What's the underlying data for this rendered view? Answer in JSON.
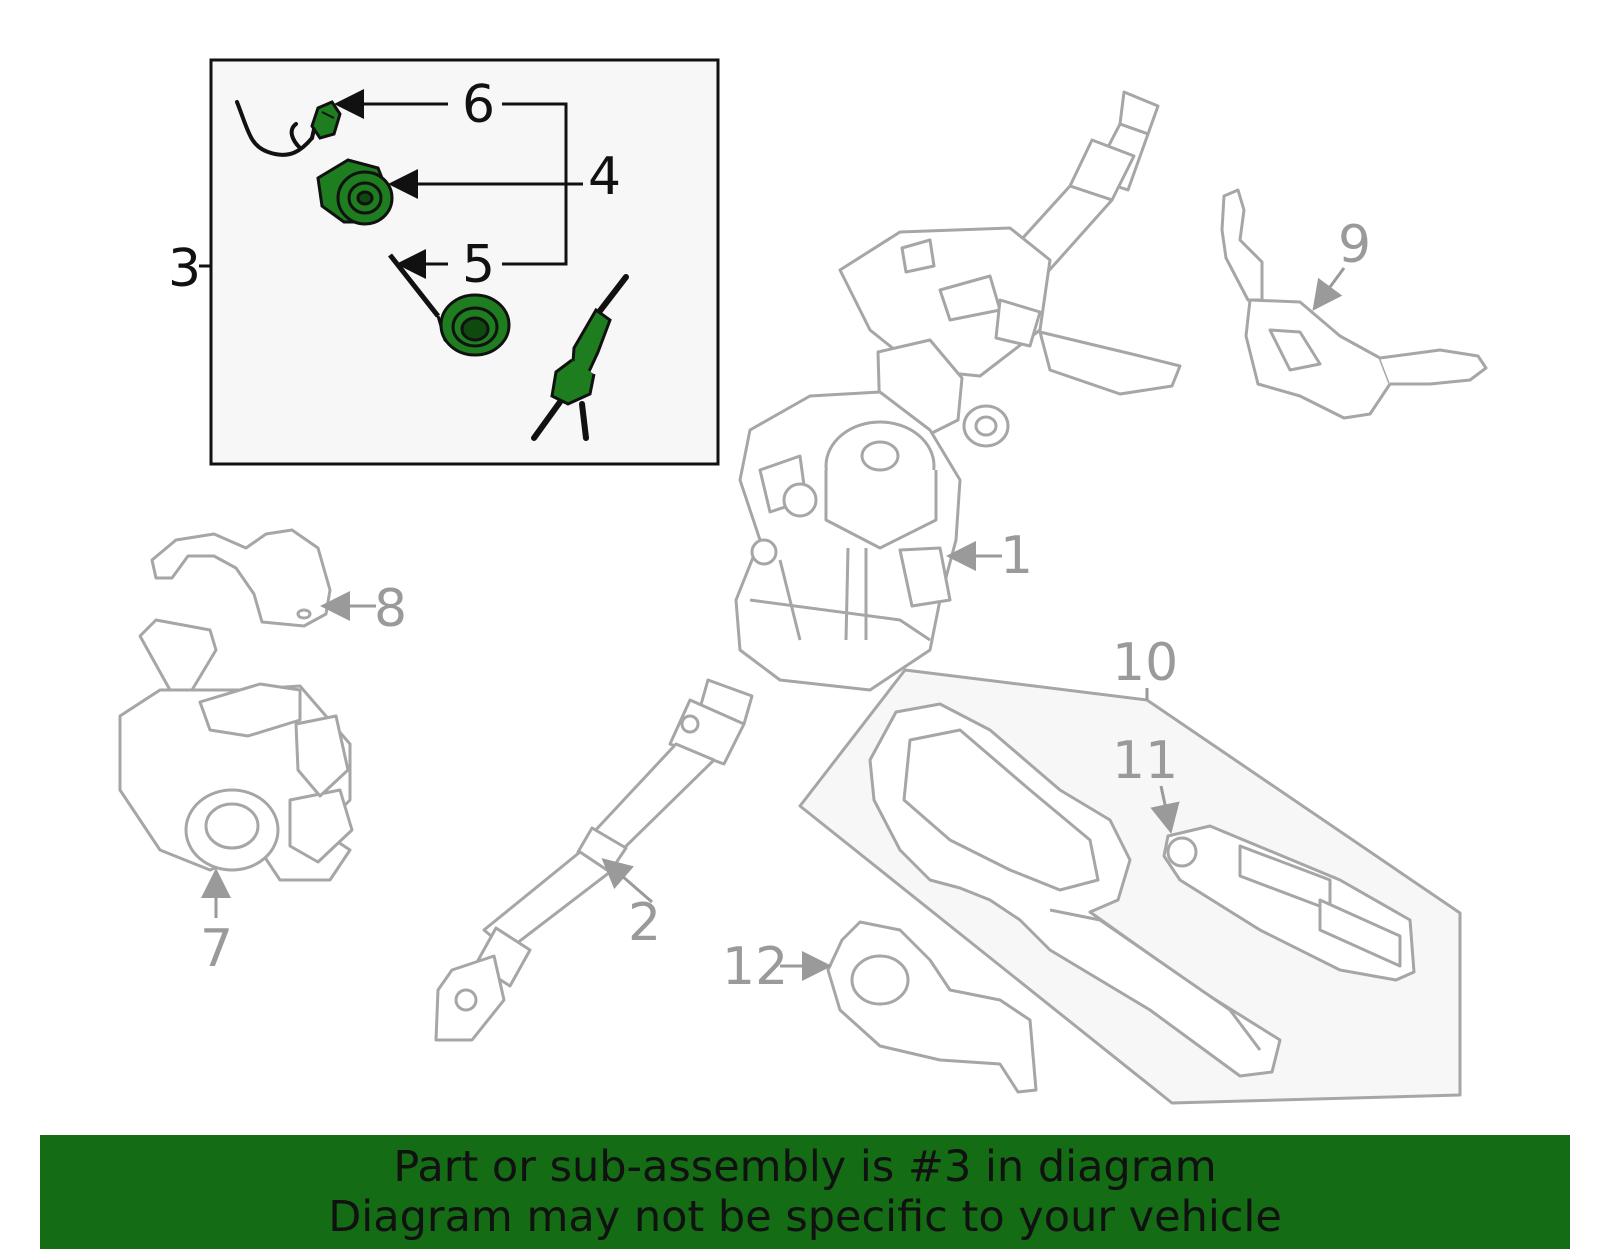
{
  "callouts": {
    "c1": "1",
    "c2": "2",
    "c3": "3",
    "c4": "4",
    "c5": "5",
    "c6": "6",
    "c7": "7",
    "c8": "8",
    "c9": "9",
    "c10": "10",
    "c11": "11",
    "c12": "12"
  },
  "banner": {
    "line1": "Part or sub-assembly is #3 in diagram",
    "line2": "Diagram may not be specific to your vehicle"
  },
  "colors": {
    "highlight_part": "#1e7d1e",
    "part_outline": "#a6a6a6",
    "banner_bg": "#146c14",
    "inset_bg": "#f7f7f7"
  },
  "highlighted_callout": "3"
}
